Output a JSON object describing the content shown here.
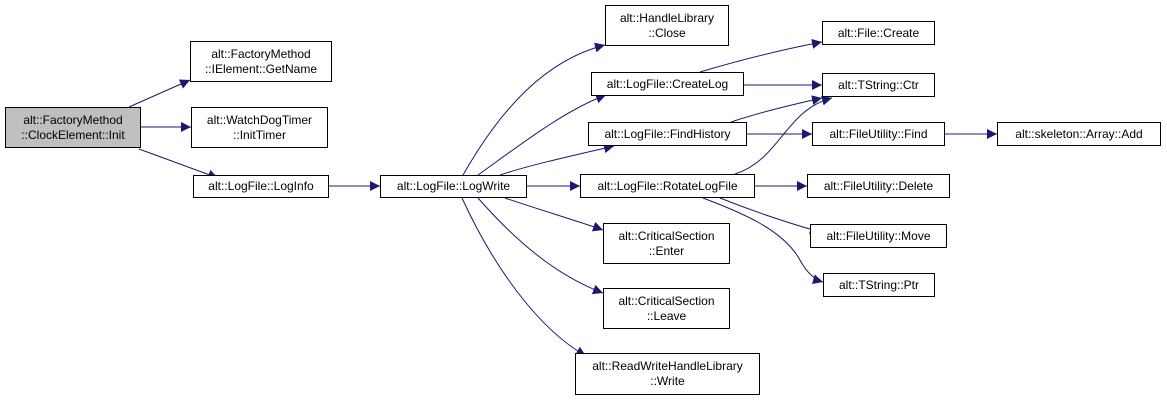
{
  "graph": {
    "edge_color": "#191970",
    "root_fill": "#bfbfbf",
    "nodes": {
      "init": {
        "lines": [
          "alt::FactoryMethod",
          "::ClockElement::Init"
        ]
      },
      "getname": {
        "lines": [
          "alt::FactoryMethod",
          "::IElement::GetName"
        ]
      },
      "inittimer": {
        "lines": [
          "alt::WatchDogTimer",
          "::InitTimer"
        ]
      },
      "loginfo": {
        "lines": [
          "alt::LogFile::LogInfo"
        ]
      },
      "logwrite": {
        "lines": [
          "alt::LogFile::LogWrite"
        ]
      },
      "hlclose": {
        "lines": [
          "alt::HandleLibrary",
          "::Close"
        ]
      },
      "createlog": {
        "lines": [
          "alt::LogFile::CreateLog"
        ]
      },
      "findhistory": {
        "lines": [
          "alt::LogFile::FindHistory"
        ]
      },
      "rotatelogfile": {
        "lines": [
          "alt::LogFile::RotateLogFile"
        ]
      },
      "csenter": {
        "lines": [
          "alt::CriticalSection",
          "::Enter"
        ]
      },
      "csleave": {
        "lines": [
          "alt::CriticalSection",
          "::Leave"
        ]
      },
      "rwwrite": {
        "lines": [
          "alt::ReadWriteHandleLibrary",
          "::Write"
        ]
      },
      "filecreate": {
        "lines": [
          "alt::File::Create"
        ]
      },
      "tstringctr": {
        "lines": [
          "alt::TString::Ctr"
        ]
      },
      "fufind": {
        "lines": [
          "alt::FileUtility::Find"
        ]
      },
      "arrayadd": {
        "lines": [
          "alt::skeleton::Array::Add"
        ]
      },
      "fudelete": {
        "lines": [
          "alt::FileUtility::Delete"
        ]
      },
      "fumove": {
        "lines": [
          "alt::FileUtility::Move"
        ]
      },
      "tstringptr": {
        "lines": [
          "alt::TString::Ptr"
        ]
      }
    }
  }
}
